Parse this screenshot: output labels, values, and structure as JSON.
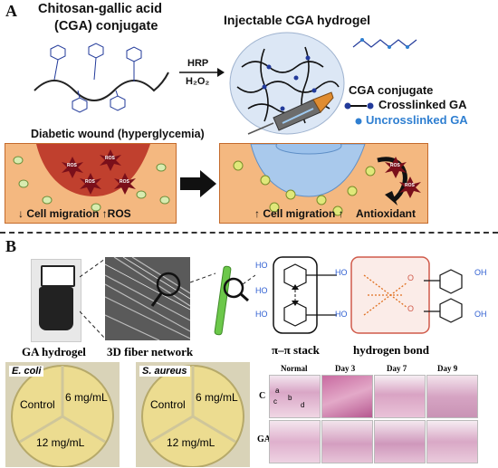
{
  "panel_a": {
    "label": "A",
    "conjugate_title_line1": "Chitosan-gallic acid",
    "conjugate_title_line2": "(CGA) conjugate",
    "hydrogel_title": "Injectable CGA hydrogel",
    "reagent_hrp": "HRP",
    "reagent_h2o2": "H₂O₂",
    "legend_conjugate": "CGA conjugate",
    "legend_crosslinked": "Crosslinked GA",
    "legend_uncrosslinked": "Uncrosslinked GA",
    "wound_title": "Diabetic wound (hyperglycemia)",
    "left_caption": "↓ Cell migration   ↑ROS",
    "right_caption_migration": "↑ Cell migration ↑",
    "right_caption_antioxidant": "Antioxidant",
    "ros_label": "ROS"
  },
  "panel_b": {
    "label": "B",
    "gel_caption": "GA hydrogel",
    "fiber_caption": "3D fiber network",
    "stack_caption": "π–π stack",
    "hbond_caption": "hydrogen bond",
    "oh": "HO",
    "oh_right": "OH",
    "o_atom": "O",
    "plates": [
      {
        "organism": "E. coli",
        "control": "Control",
        "mid": "6 mg/mL",
        "high": "12 mg/mL"
      },
      {
        "organism": "S. aureus",
        "control": "Control",
        "mid": "6 mg/mL",
        "high": "12 mg/mL"
      }
    ],
    "histology": {
      "columns": [
        "Normal",
        "Day 3",
        "Day 7",
        "Day 9"
      ],
      "rows": [
        "C",
        "GA"
      ],
      "marks": [
        "a",
        "b",
        "c",
        "d"
      ]
    }
  }
}
